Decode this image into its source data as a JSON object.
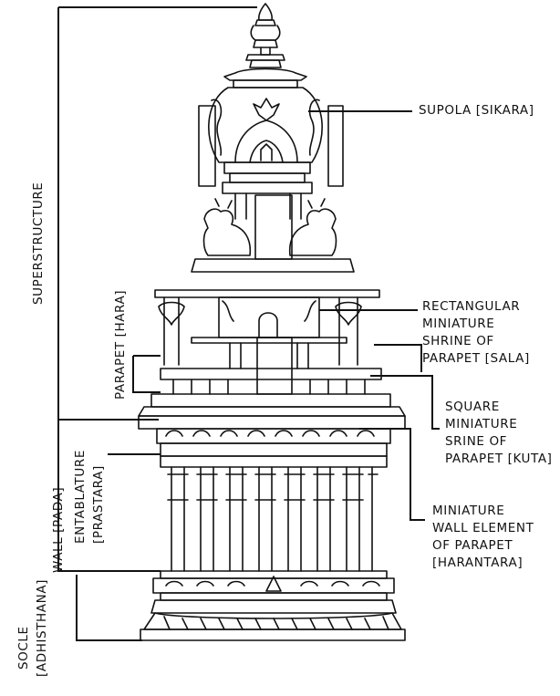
{
  "labels": {
    "supola": "SUPOLA [SIKARA]",
    "rect_shrine": [
      "RECTANGULAR",
      "MINIATURE",
      "SHRINE OF",
      "PARAPET [SALA]"
    ],
    "square_shrine": [
      "SQUARE",
      "MINIATURE",
      "SRINE OF",
      "PARAPET [KUTA]"
    ],
    "wall_element": [
      "MINIATURE",
      "WALL ELEMENT",
      "OF PARAPET",
      "[HARANTARA]"
    ],
    "superstructure": "SUPERSTRUCTURE",
    "parapet": "PARAPET [HARA]",
    "entablature": [
      "ENTABLATURE",
      "[PRASTARA]"
    ],
    "wall": "WALL [PADA]",
    "socle": [
      "SOCLE",
      "[ADHISTHANA]"
    ]
  }
}
